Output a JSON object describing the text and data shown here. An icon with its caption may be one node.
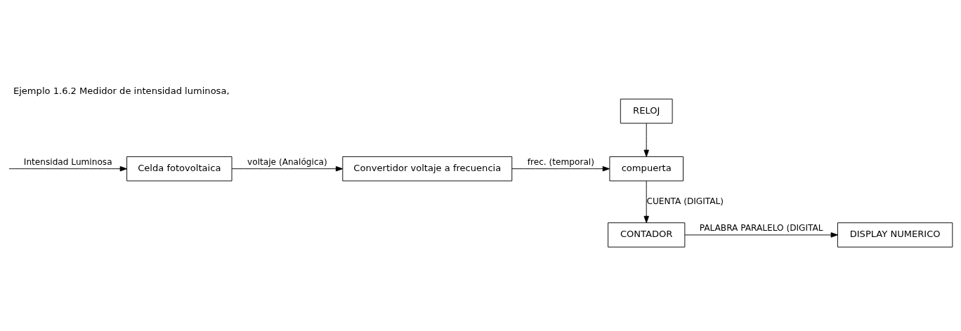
{
  "diagram": {
    "title": "Ejemplo 1.6.2 Medidor de intensidad luminosa,",
    "nodes": [
      {
        "text": [
          "RELOJ"
        ]
      },
      {
        "text": [
          "Celda fotovoltaica"
        ]
      },
      {
        "text": [
          "Convertidor voltaje a frecuencia"
        ]
      },
      {
        "text": [
          "compuerta"
        ]
      },
      {
        "text": [
          "DISPLAY NUMERICO"
        ]
      },
      {
        "text": [
          "CONTADOR"
        ]
      }
    ],
    "edges": [
      {
        "from": null,
        "to": 1,
        "arrow": "to",
        "label": "Intensidad Luminosa"
      },
      {
        "from": 1,
        "to": 2,
        "arrow": "to",
        "label": "voltaje (Analógica)"
      },
      {
        "from": 2,
        "to": 3,
        "arrow": "to",
        "label": "frec. (temporal)"
      },
      {
        "from": 0,
        "to": 3,
        "arrow": "to"
      },
      {
        "from": 3,
        "to": 5,
        "arrow": "to",
        "label": "CUENTA (DIGITAL)"
      },
      {
        "from": 5,
        "to": 4,
        "arrow": "to",
        "label": "PALABRA PARALELO (DIGITAL"
      }
    ]
  }
}
